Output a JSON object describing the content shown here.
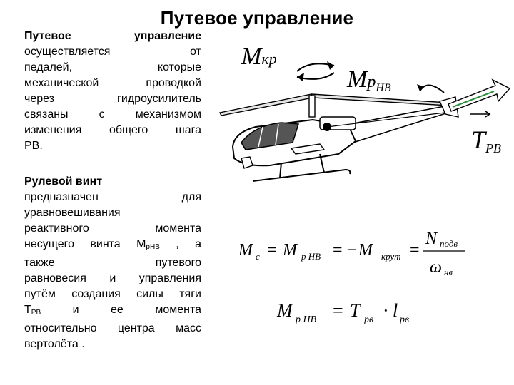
{
  "title": "Путевое управление",
  "block1": {
    "heading": "Путевое управление",
    "lines": [
      "осуществляется от",
      "педалей, которые",
      "механической проводкой",
      "через гидроусилитель",
      "связаны с механизмом",
      "изменения общего шага",
      "РВ."
    ]
  },
  "block2": {
    "heading": "Рулевой винт",
    "line1": "предназначен для",
    "line2": "уравновешивания",
    "line3": "реактивного момента",
    "line4_a": "несущего винта М",
    "line4_sub": "рНВ",
    "line4_b": " , а",
    "line5": "также путевого",
    "line6": "равновесия и управления",
    "line7": "путём создания силы тяги",
    "line8_a": "Т",
    "line8_sub": "РВ",
    "line8_b": " и ее момента",
    "line9": "относительно центра масс",
    "line10": "вертолёта ."
  },
  "labels": {
    "m_kr": {
      "main": "M",
      "sub": "кр"
    },
    "m_rnv": {
      "main": "M",
      "sub": "р",
      "sub2": "НВ"
    },
    "t_rv": {
      "main": "T",
      "sub": "РВ"
    }
  },
  "formula1": {
    "m": "M",
    "sub_c": "c",
    "eq1": "=",
    "m2": "M",
    "sub_pnv": "р НВ",
    "eq2": "= −",
    "m3": "M",
    "sub_krut": "крут",
    "eq3": "=",
    "num": "N",
    "num_sub": "подв",
    "den": "ω",
    "den_sub": "нв"
  },
  "formula2": {
    "m": "M",
    "sub_pnv": "р НВ",
    "eq": "=",
    "t": "T",
    "sub_rv": "рв",
    "dot": "·",
    "l": "l",
    "sub_rv2": "рв"
  }
}
